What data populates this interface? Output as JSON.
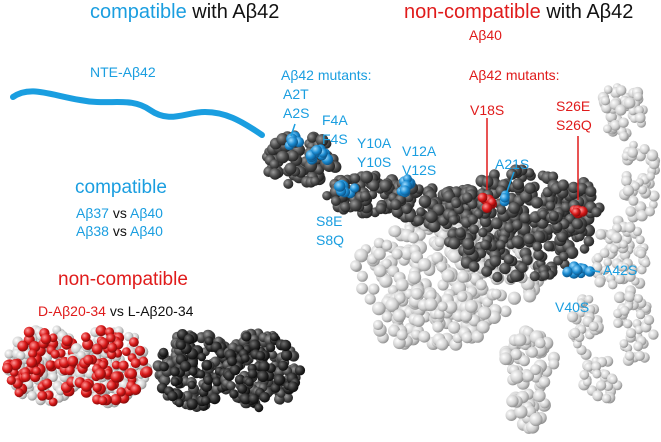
{
  "colors": {
    "blue": "#1a9ee0",
    "red": "#e01b1b",
    "dark_atoms": "#4a4a4a",
    "light_atoms": "#d0d0d0"
  },
  "headers": {
    "compat_word": "compatible",
    "compat_rest": "with Aβ42",
    "noncompat_word": "non-compatible",
    "noncompat_rest": "with Aβ42"
  },
  "labels": {
    "nte": "NTE-Aβ42",
    "mutants_left": "Aβ42 mutants:",
    "a2t": "A2T",
    "a2s": "A2S",
    "f4a": "F4A",
    "f4s": "F4S",
    "y10a": "Y10A",
    "y10s": "Y10S",
    "v12a": "V12A",
    "v12s": "V12S",
    "s8e": "S8E",
    "s8q": "S8Q",
    "a21s": "A21S",
    "a42s": "A42S",
    "v40s": "V40S",
    "ab40": "Aβ40",
    "mutants_right": "Aβ42 mutants:",
    "v18s": "V18S",
    "s26e": "S26E",
    "s26q": "S26Q"
  },
  "compatible_block": {
    "title": "compatible",
    "row1": {
      "a": "Aβ37",
      "vs": "vs",
      "b": "Aβ40"
    },
    "row2": {
      "a": "Aβ38",
      "vs": "vs",
      "b": "Aβ40"
    }
  },
  "noncompatible_block": {
    "title": "non-compatible",
    "d": "D-Aβ20-34",
    "vs": "vs",
    "l": "L-Aβ20-34"
  }
}
